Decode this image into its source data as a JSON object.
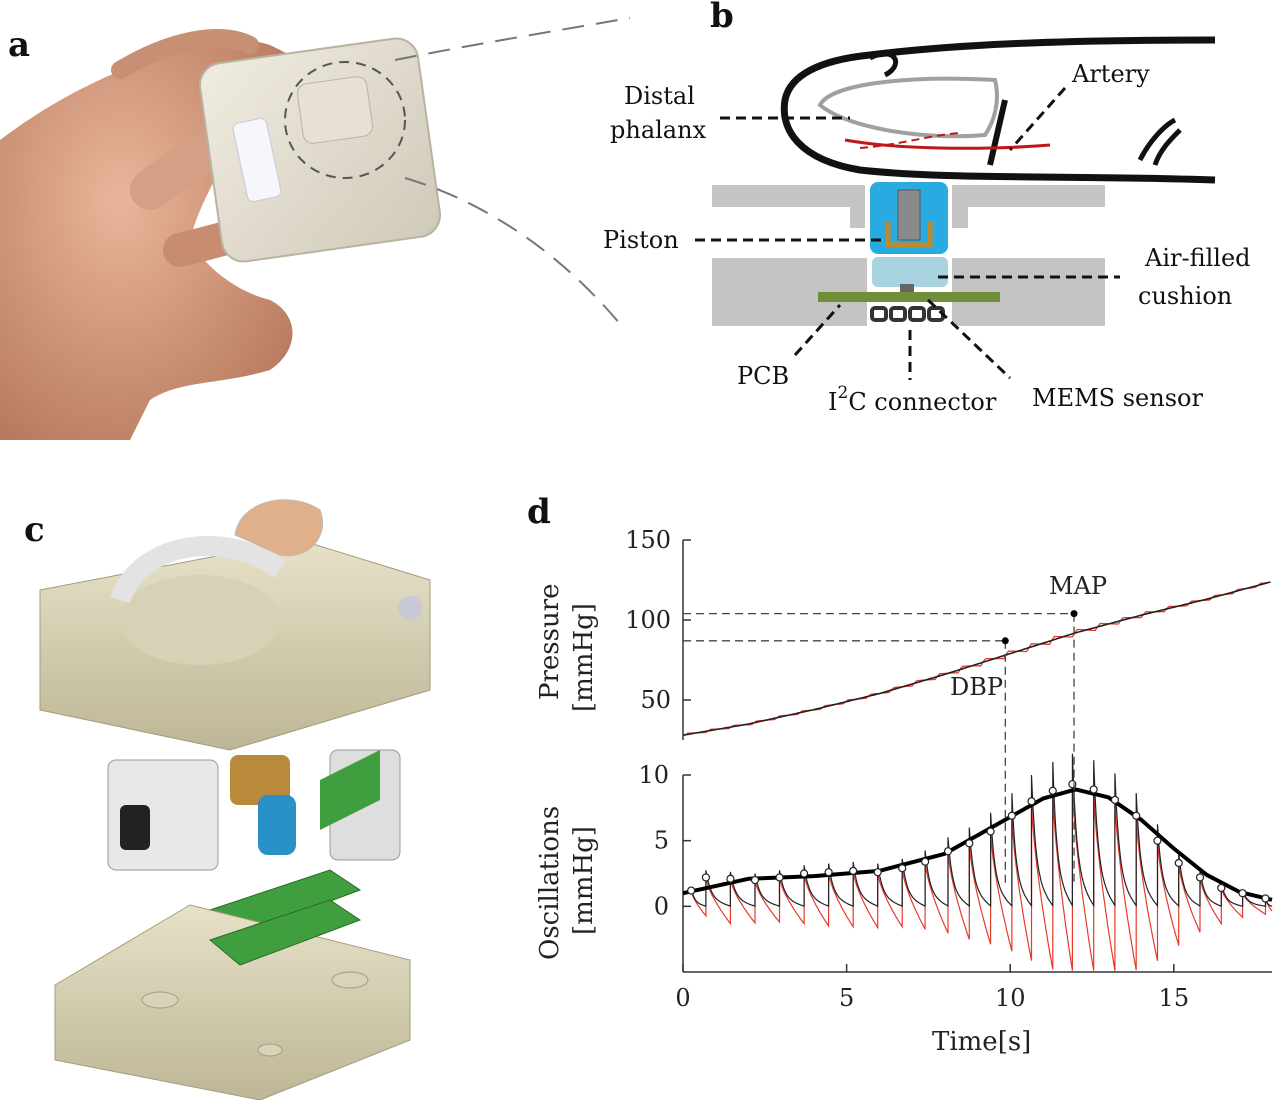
{
  "panels": {
    "a": "a",
    "b": "b",
    "c": "c",
    "d": "d"
  },
  "diagram_b": {
    "labels": {
      "distal_1": "Distal",
      "distal_2": "phalanx",
      "artery": "Artery",
      "piston": "Piston",
      "air_1": "Air-filled",
      "air_2": "cushion",
      "pcb": "PCB",
      "i2c_i": "I",
      "i2c_sup": "2",
      "i2c_rest": "C connector",
      "mems": "MEMS sensor"
    },
    "colors": {
      "frame": "#c4c4c4",
      "piston": "#29abe2",
      "cushion": "#a7d3e0",
      "pcb": "#6f8f3a",
      "artery": "#c01818",
      "bone": "#a0a0a0",
      "coil": "#c08a2a"
    }
  },
  "chart_data": [
    {
      "type": "line",
      "ylabel_1": "Pressure",
      "ylabel_2": "[mmHg]",
      "ylim": [
        25,
        150
      ],
      "xlim": [
        0,
        18
      ],
      "yticks": [
        "50",
        "100",
        "150"
      ],
      "annotations": [
        {
          "label": "DBP",
          "x": 9.85,
          "y": 87
        },
        {
          "label": "MAP",
          "x": 11.95,
          "y": 104
        }
      ],
      "series": [
        {
          "color": "#e83a2a",
          "style": "sawtooth"
        },
        {
          "color": "#222222",
          "style": "smooth"
        }
      ],
      "x": [
        0,
        2,
        4,
        6,
        8,
        10,
        12,
        14,
        16,
        18
      ],
      "y": [
        28,
        35,
        44,
        54,
        66,
        79,
        92,
        103,
        113,
        124
      ]
    },
    {
      "type": "line",
      "ylabel_1": "Oscillations",
      "ylabel_2": "[mmHg]",
      "xlabel": "Time[s]",
      "ylim": [
        -5,
        10
      ],
      "xlim": [
        0,
        18
      ],
      "yticks": [
        "0",
        "5",
        "10"
      ],
      "xticks": [
        "0",
        "5",
        "10",
        "15"
      ],
      "peak_times": [
        0.25,
        0.7,
        1.45,
        2.2,
        2.95,
        3.7,
        4.45,
        5.2,
        5.95,
        6.7,
        7.4,
        8.1,
        8.75,
        9.4,
        10.05,
        10.65,
        11.3,
        11.9,
        12.55,
        13.2,
        13.85,
        14.5,
        15.15,
        15.8,
        16.45,
        17.1,
        17.8
      ],
      "peak_values": [
        1.2,
        2.2,
        2.1,
        2.0,
        2.2,
        2.5,
        2.6,
        2.7,
        2.6,
        2.9,
        3.4,
        4.2,
        4.8,
        5.7,
        6.9,
        8.0,
        8.8,
        9.3,
        8.9,
        8.1,
        6.9,
        5.0,
        3.3,
        2.2,
        1.4,
        1.0,
        0.6
      ],
      "envelope": [
        [
          0,
          1.0
        ],
        [
          2,
          2.1
        ],
        [
          4,
          2.3
        ],
        [
          6,
          2.7
        ],
        [
          8,
          4.0
        ],
        [
          10,
          6.8
        ],
        [
          11,
          8.2
        ],
        [
          12,
          8.9
        ],
        [
          13,
          8.3
        ],
        [
          14,
          6.6
        ],
        [
          15,
          4.4
        ],
        [
          16,
          2.4
        ],
        [
          17,
          1.1
        ],
        [
          18,
          0.5
        ]
      ],
      "series_colors": {
        "raw": "#e83a2a",
        "filtered": "#222222",
        "envelope": "#000000"
      }
    }
  ]
}
